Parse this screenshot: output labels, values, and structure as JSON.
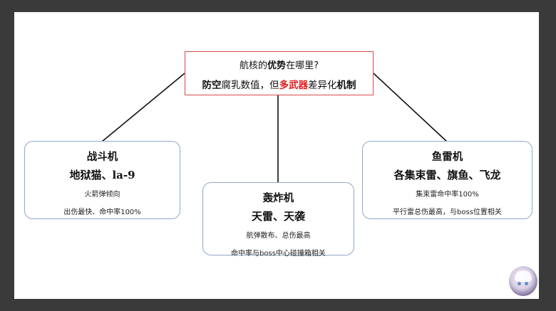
{
  "root": {
    "question_prefix": "航核的",
    "question_bold": "优势",
    "question_suffix": "在哪里?",
    "answer_bold1": "防空",
    "answer_mid": "腐乳数值，但",
    "answer_red": "多武器",
    "answer_mid2": "差异化",
    "answer_bold2": "机制"
  },
  "fighter": {
    "title": "战斗机",
    "sub": "地狱猫、la-9",
    "notes": [
      "火箭弹倾向",
      "出伤最快、命中率100%"
    ]
  },
  "bomber": {
    "title": "轰炸机",
    "sub": "天雷、天袭",
    "notes": [
      "航弹散布、总伤最高",
      "命中率与boss中心碰撞箱相关"
    ]
  },
  "torpedo": {
    "title": "鱼雷机",
    "sub": "各集束雷、旗鱼、飞龙",
    "notes": [
      "集束雷命中率100%",
      "平行雷总伤最高，与boss位置相关"
    ]
  },
  "colors": {
    "box_border": "#8fa8c8",
    "root_border": "#d94a4a",
    "accent_red": "#e02020"
  },
  "icons": {
    "avatar": "anime-avatar-icon"
  }
}
